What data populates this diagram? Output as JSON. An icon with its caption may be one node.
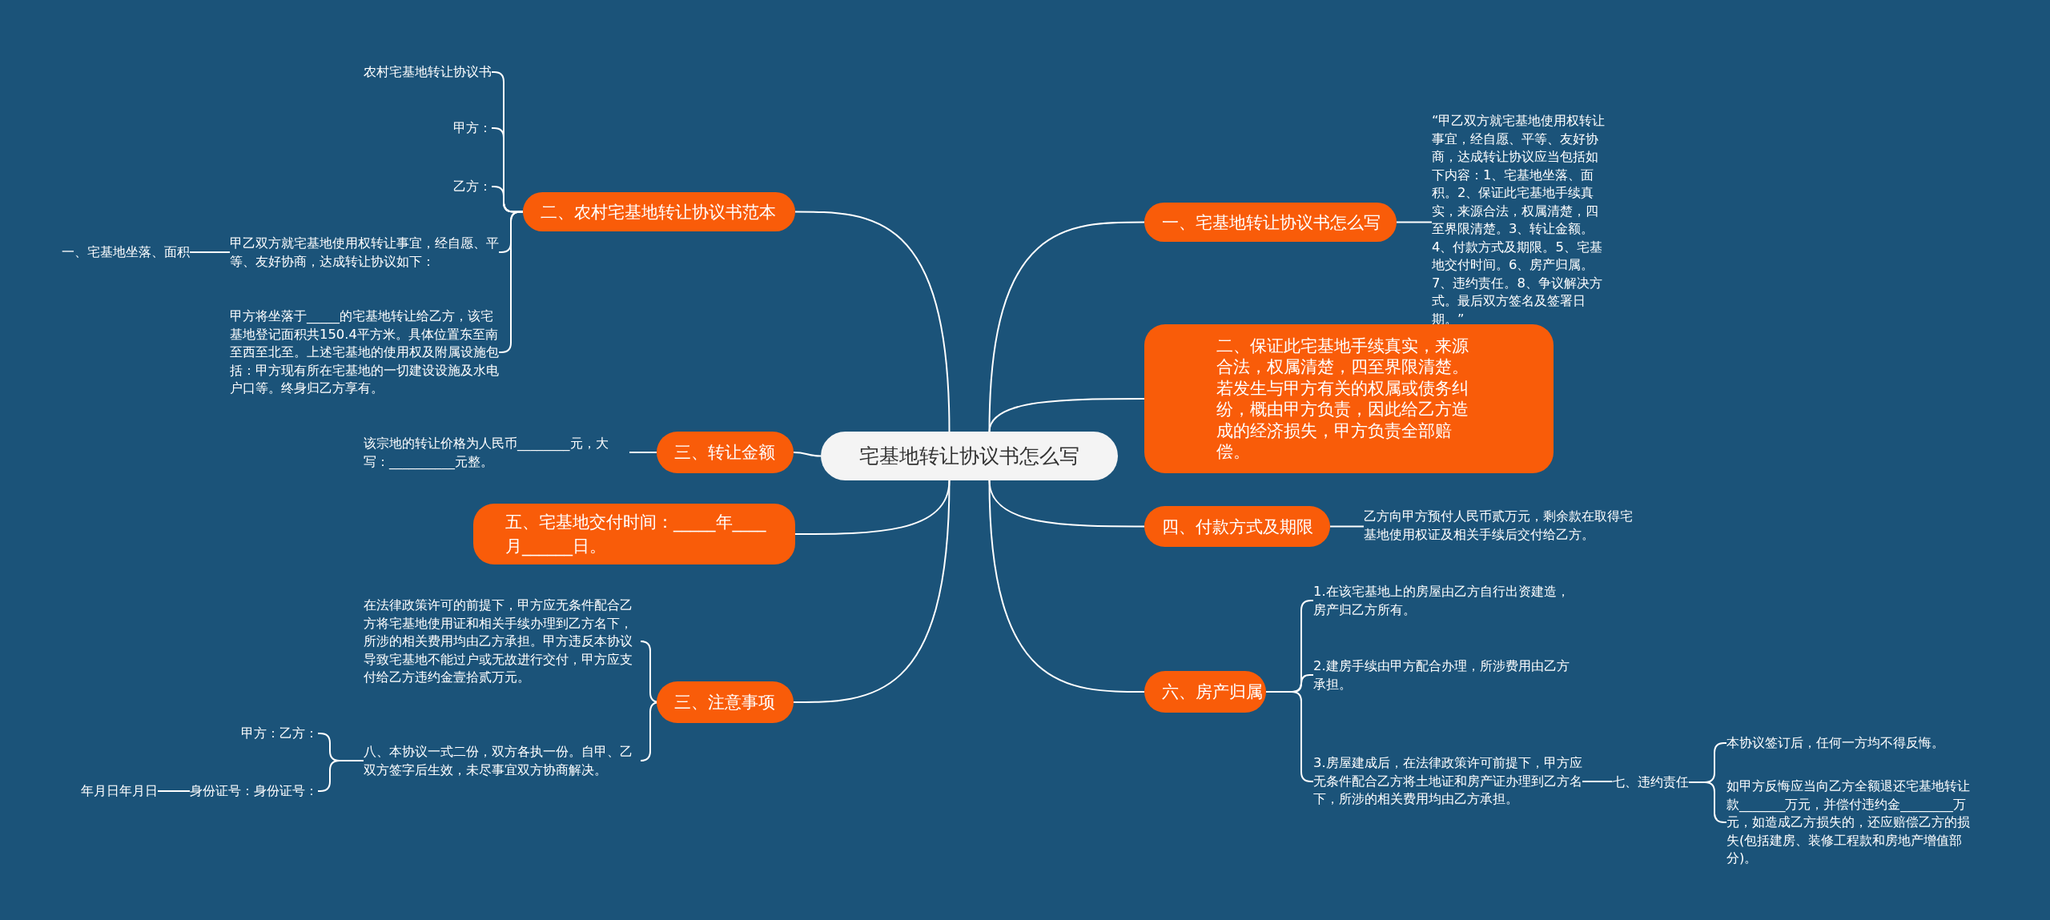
{
  "diagram": {
    "nodes": [
      {
        "text": [
          "宅基地转让协议书怎么写"
        ]
      },
      {
        "text": [
          "二、农村宅基地转让协议书范本"
        ]
      },
      {
        "text": [
          "农村宅基地转让协议书"
        ]
      },
      {
        "text": [
          "甲方："
        ]
      },
      {
        "text": [
          "乙方："
        ]
      },
      {
        "text": [
          "甲乙双方就宅基地使用权转让事宜，经自愿、平等、友好协商，达成转让协议如下："
        ]
      },
      {
        "text": [
          "一、宅基地坐落、面积"
        ]
      },
      {
        "text": [
          "甲方将坐落于_____的宅基地转让给乙方，该宅基地登记面积共150.4平方米。具体位置东至南至西至北至。上述宅基地的使用权及附属设施包括：甲方现有所在宅基地的一切建设设施及水电户口等。终身归乙方享有。"
        ]
      },
      {
        "text": [
          "三、转让金额"
        ]
      },
      {
        "text": [
          "该宗地的转让价格为人民币________元，大写：__________元整。"
        ]
      },
      {
        "text": [
          "五、宅基地交付时间：_____年____月______日。"
        ]
      },
      {
        "text": [
          "三、注意事项"
        ]
      },
      {
        "text": [
          "在法律政策许可的前提下，甲方应无条件配合乙方将宅基地使用证和相关手续办理到乙方名下，所涉的相关费用均由乙方承担。甲方违反本协议导致宅基地不能过户或无故进行交付，甲方应支付给乙方违约金壹拾贰万元。"
        ]
      },
      {
        "text": [
          "八、本协议一式二份，双方各执一份。自甲、乙双方签字后生效，未尽事宜双方协商解决。"
        ]
      },
      {
        "text": [
          "甲方：乙方："
        ]
      },
      {
        "text": [
          "身份证号：身份证号："
        ]
      },
      {
        "text": [
          "年月日年月日"
        ]
      },
      {
        "text": [
          "一、宅基地转让协议书怎么写"
        ]
      },
      {
        "text": [
          "“甲乙双方就宅基地使用权转让事宜，经自愿、平等、友好协商，达成转让协议应当包括如下内容：1、宅基地坐落、面积。2、保证此宅基地手续真实，来源合法，权属清楚，四至界限清楚。3、转让金额。4、付款方式及期限。5、宅基地交付时间。6、房产归属。7、违约责任。8、争议解决方式。最后双方签名及签署日期。”"
        ]
      },
      {
        "text": [
          "二、保证此宅基地手续真实，来源合法，权属清楚，四至界限清楚。若发生与甲方有关的权属或债务纠纷，概由甲方负责，因此给乙方造成的经济损失，甲方负责全部赔偿。"
        ]
      },
      {
        "text": [
          "四、付款方式及期限"
        ]
      },
      {
        "text": [
          "乙方向甲方预付人民币贰万元，剩余款在取得宅基地使用权证及相关手续后交付给乙方。"
        ]
      },
      {
        "text": [
          "六、房产归属"
        ]
      },
      {
        "text": [
          "1.在该宅基地上的房屋由乙方自行出资建造，房产归乙方所有。"
        ]
      },
      {
        "text": [
          "2.建房手续由甲方配合办理，所涉费用由乙方承担。"
        ]
      },
      {
        "text": [
          "3.房屋建成后，在法律政策许可前提下，甲方应无条件配合乙方将土地证和房产证办理到乙方名下，所涉的相关费用均由乙方承担。"
        ]
      },
      {
        "text": [
          "七、违约责任"
        ]
      },
      {
        "text": [
          "本协议签订后，任何一方均不得反悔。"
        ]
      },
      {
        "text": [
          "如甲方反悔应当向乙方全额退还宅基地转让款_______万元，并偿付违约金________万元，如造成乙方损失的，还应赔偿乙方的损失(包括建房、装修工程款和房地产增值部分)。"
        ]
      }
    ],
    "edges": [
      {
        "from": 0,
        "to": 1,
        "arrow": "none"
      },
      {
        "from": 0,
        "to": 8,
        "arrow": "none"
      },
      {
        "from": 0,
        "to": 10,
        "arrow": "none"
      },
      {
        "from": 0,
        "to": 11,
        "arrow": "none"
      },
      {
        "from": 0,
        "to": 17,
        "arrow": "none"
      },
      {
        "from": 0,
        "to": 19,
        "arrow": "none"
      },
      {
        "from": 0,
        "to": 20,
        "arrow": "none"
      },
      {
        "from": 0,
        "to": 22,
        "arrow": "none"
      },
      {
        "from": 1,
        "to": 2,
        "arrow": "none"
      },
      {
        "from": 1,
        "to": 3,
        "arrow": "none"
      },
      {
        "from": 1,
        "to": 4,
        "arrow": "none"
      },
      {
        "from": 1,
        "to": 5,
        "arrow": "none"
      },
      {
        "from": 1,
        "to": 7,
        "arrow": "none"
      },
      {
        "from": 5,
        "to": 6,
        "arrow": "none"
      },
      {
        "from": 8,
        "to": 9,
        "arrow": "none"
      },
      {
        "from": 11,
        "to": 12,
        "arrow": "none"
      },
      {
        "from": 11,
        "to": 13,
        "arrow": "none"
      },
      {
        "from": 13,
        "to": 14,
        "arrow": "none"
      },
      {
        "from": 13,
        "to": 15,
        "arrow": "none"
      },
      {
        "from": 15,
        "to": 16,
        "arrow": "none"
      },
      {
        "from": 17,
        "to": 18,
        "arrow": "none"
      },
      {
        "from": 20,
        "to": 21,
        "arrow": "none"
      },
      {
        "from": 22,
        "to": 23,
        "arrow": "none"
      },
      {
        "from": 22,
        "to": 24,
        "arrow": "none"
      },
      {
        "from": 22,
        "to": 25,
        "arrow": "none"
      },
      {
        "from": 25,
        "to": 26,
        "arrow": "none"
      },
      {
        "from": 26,
        "to": 27,
        "arrow": "none"
      },
      {
        "from": 26,
        "to": 28,
        "arrow": "none"
      }
    ]
  }
}
